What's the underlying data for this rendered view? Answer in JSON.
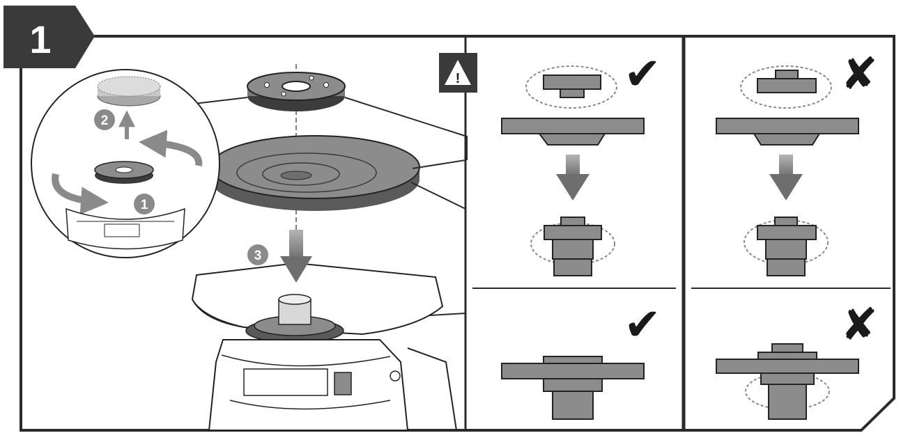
{
  "step": {
    "number": "1"
  },
  "callouts": [
    {
      "label": "1"
    },
    {
      "label": "2"
    },
    {
      "label": "3"
    }
  ],
  "warning": {
    "symbol": "!"
  },
  "panels": [
    {
      "position": "top-middle",
      "verdict": "correct",
      "mark": "✔"
    },
    {
      "position": "top-right",
      "verdict": "incorrect",
      "mark": "✘"
    },
    {
      "position": "bottom-middle",
      "verdict": "correct",
      "mark": "✔"
    },
    {
      "position": "bottom-right",
      "verdict": "incorrect",
      "mark": "✘"
    }
  ],
  "colors": {
    "frame": "#2a2a2a",
    "part_gray": "#8c8c8c",
    "callout_gray": "#8a8a8a",
    "arrow_gray": "#8a8a8a",
    "tab_dark": "#3a3a3a"
  }
}
